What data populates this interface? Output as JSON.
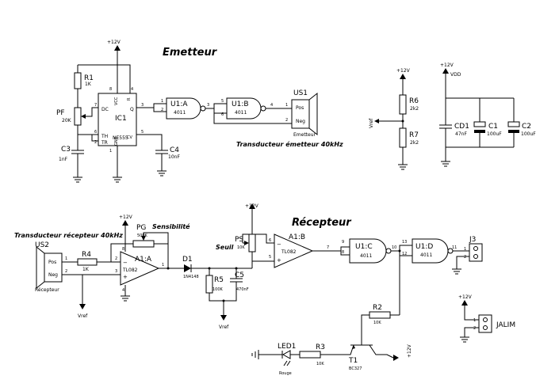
{
  "titles": {
    "emitter": "Emetteur",
    "receiver": "Récepteur"
  },
  "notes": {
    "tx_transducer": "Transducteur émetteur 40kHz",
    "rx_transducer": "Transducteur récepteur 40kHz",
    "sensitivity": "Sensibilité",
    "threshold": "Seuil"
  },
  "supply": {
    "plus12": "+12V",
    "vdd": "VDD",
    "vref": "Vref"
  },
  "components": {
    "R1": {
      "ref": "R1",
      "value": "1K"
    },
    "PF": {
      "ref": "PF",
      "value": "20K"
    },
    "C3": {
      "ref": "C3",
      "value": "1nF"
    },
    "IC1": {
      "ref": "IC1",
      "value": "NE555",
      "pins": {
        "dc": "DC",
        "q": "Q",
        "th": "TH",
        "tr": "TR",
        "cv": "CV",
        "vcc": "VCC",
        "r": "R",
        "gnd": "GND"
      },
      "pin_numbers": {
        "vcc": "8",
        "r": "4",
        "dc": "7",
        "q": "3",
        "th": "6",
        "tr": "2",
        "cv": "5",
        "gnd": "1"
      }
    },
    "C4": {
      "ref": "C4",
      "value": "10nF"
    },
    "U1A": {
      "ref": "U1:A",
      "value": "4011",
      "pins": [
        "1",
        "2",
        "3"
      ]
    },
    "U1B": {
      "ref": "U1:B",
      "value": "4011",
      "pins": [
        "5",
        "6",
        "4"
      ]
    },
    "US1": {
      "ref": "US1",
      "value": "Emetteur",
      "pins": {
        "pos": "Pos",
        "neg": "Neg"
      },
      "pin_numbers": {
        "pos": "1",
        "neg": "2"
      }
    },
    "R6": {
      "ref": "R6",
      "value": "2k2"
    },
    "R7": {
      "ref": "R7",
      "value": "2k2"
    },
    "CD1": {
      "ref": "CD1",
      "value": "47nF"
    },
    "C1": {
      "ref": "C1",
      "value": "100uF"
    },
    "C2": {
      "ref": "C2",
      "value": "100uF"
    },
    "US2": {
      "ref": "US2",
      "value": "Récepteur",
      "pins": {
        "pos": "Pos",
        "neg": "Neg"
      },
      "pin_numbers": {
        "pos": "1",
        "neg": "2"
      }
    },
    "R4": {
      "ref": "R4",
      "value": "1K"
    },
    "PG": {
      "ref": "PG",
      "value": "500K"
    },
    "A1A": {
      "ref": "A1:A",
      "value": "TL082",
      "pins": {
        "inv": "2",
        "non": "3",
        "out": "1",
        "vp": "8",
        "vn": "4"
      }
    },
    "D1": {
      "ref": "D1",
      "value": "1N4148"
    },
    "R5": {
      "ref": "R5",
      "value": "100K"
    },
    "C5": {
      "ref": "C5",
      "value": "470nF"
    },
    "PS": {
      "ref": "PS",
      "value": "10K"
    },
    "A1B": {
      "ref": "A1:B",
      "value": "TL082",
      "pins": {
        "inv": "6",
        "non": "5",
        "out": "7"
      }
    },
    "U1C": {
      "ref": "U1:C",
      "value": "4011",
      "pins": [
        "9",
        "8",
        "10"
      ]
    },
    "U1D": {
      "ref": "U1:D",
      "value": "4011",
      "pins": [
        "13",
        "12",
        "11"
      ]
    },
    "J3": {
      "ref": "J3",
      "pins": [
        "1",
        "2"
      ]
    },
    "R2": {
      "ref": "R2",
      "value": "10K"
    },
    "T1": {
      "ref": "T1",
      "value": "BC327"
    },
    "R3": {
      "ref": "R3",
      "value": "10K"
    },
    "LED1": {
      "ref": "LED1",
      "value": "Rouge"
    },
    "JALIM": {
      "ref": "JALIM",
      "pins": [
        "1",
        "2"
      ]
    }
  }
}
